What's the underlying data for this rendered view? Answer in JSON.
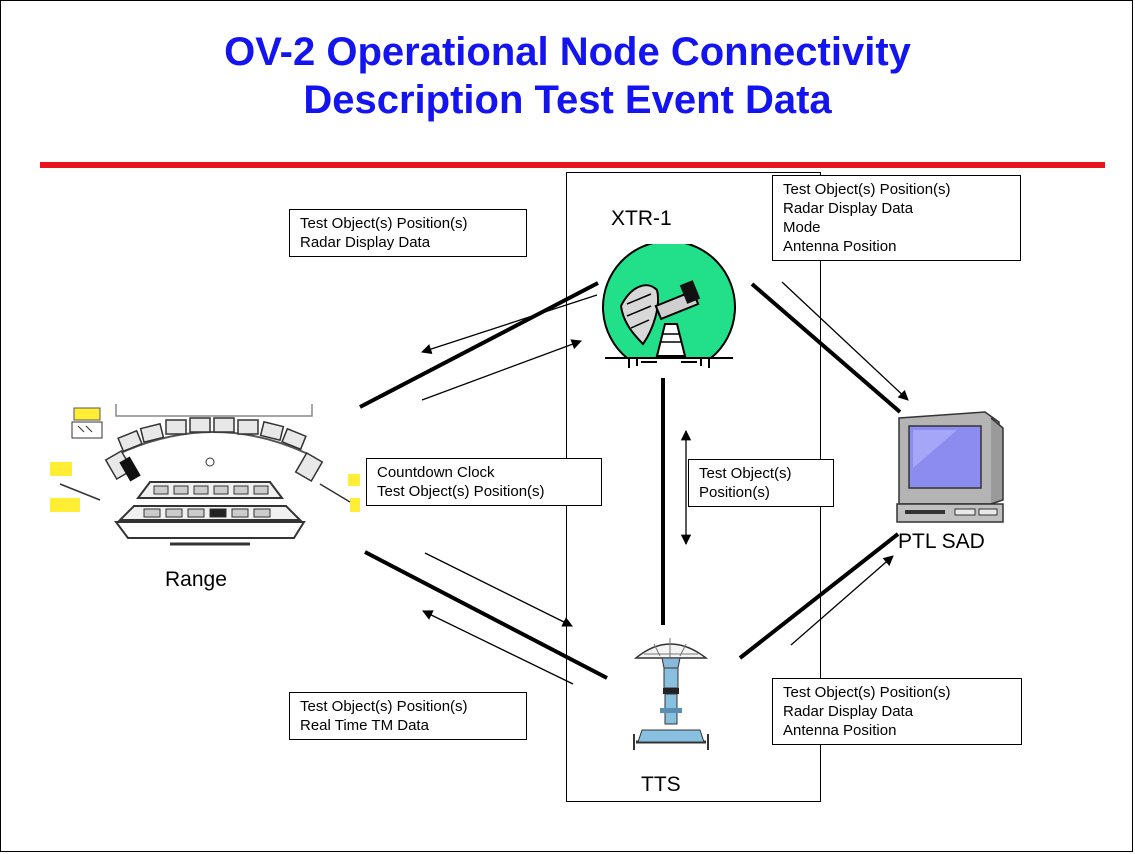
{
  "title": {
    "line1": "OV-2 Operational Node Connectivity",
    "line2": "Description Test Event Data"
  },
  "nodes": {
    "xtr": "XTR-1",
    "range": "Range",
    "ptl": "PTL SAD",
    "tts": "TTS"
  },
  "data_boxes": {
    "range_xtr": [
      "Test Object(s) Position(s)",
      "Radar Display Data"
    ],
    "xtr_ptl": [
      "Test Object(s) Position(s)",
      "Radar Display Data",
      "Mode",
      "Antenna Position"
    ],
    "range_center": [
      "Countdown Clock",
      "Test Object(s) Position(s)"
    ],
    "xtr_tts": [
      "Test Object(s)",
      "Position(s)"
    ],
    "range_tts": [
      "Test Object(s) Position(s)",
      "Real Time TM Data"
    ],
    "tts_ptl": [
      "Test Object(s) Position(s)",
      "Radar Display Data",
      "Antenna Position"
    ]
  },
  "icons": {
    "xtr": "radar-antenna-icon",
    "range": "control-room-console-icon",
    "ptl": "computer-monitor-icon",
    "tts": "dish-antenna-icon"
  },
  "colors": {
    "title": "#1414f0",
    "divider": "#e8141e",
    "radar_circle": "#22e08a",
    "monitor_screen": "#8c8cf0"
  }
}
